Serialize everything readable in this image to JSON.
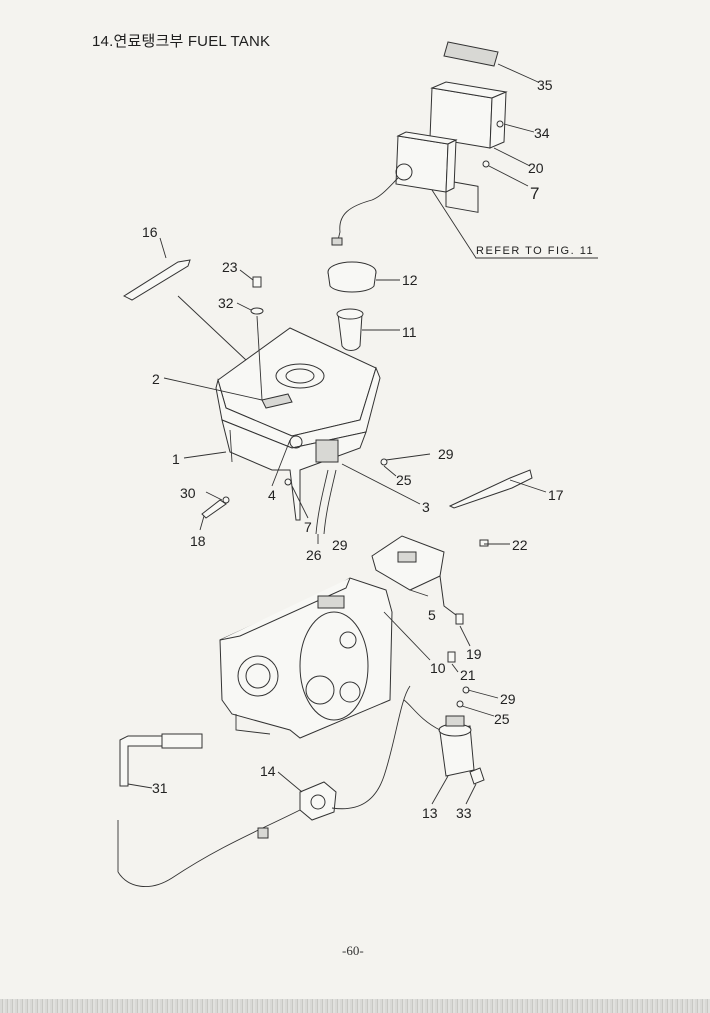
{
  "title": "14.연료탱크부 FUEL TANK",
  "page_number": "-60-",
  "refer_text": "REFER TO FIG. 11",
  "labels": {
    "p1": "1",
    "p2": "2",
    "p3": "3",
    "p4": "4",
    "p5": "5",
    "p7a": "7",
    "p7b": "7",
    "p10": "10",
    "p11": "11",
    "p12": "12",
    "p13": "13",
    "p14": "14",
    "p16": "16",
    "p17": "17",
    "p18": "18",
    "p19": "19",
    "p20": "20",
    "p21": "21",
    "p22": "22",
    "p23": "23",
    "p25a": "25",
    "p25b": "25",
    "p26": "26",
    "p29a": "29",
    "p29b": "29",
    "p29c": "29",
    "p30": "30",
    "p31": "31",
    "p32": "32",
    "p33": "33",
    "p34": "34",
    "p35": "35"
  }
}
